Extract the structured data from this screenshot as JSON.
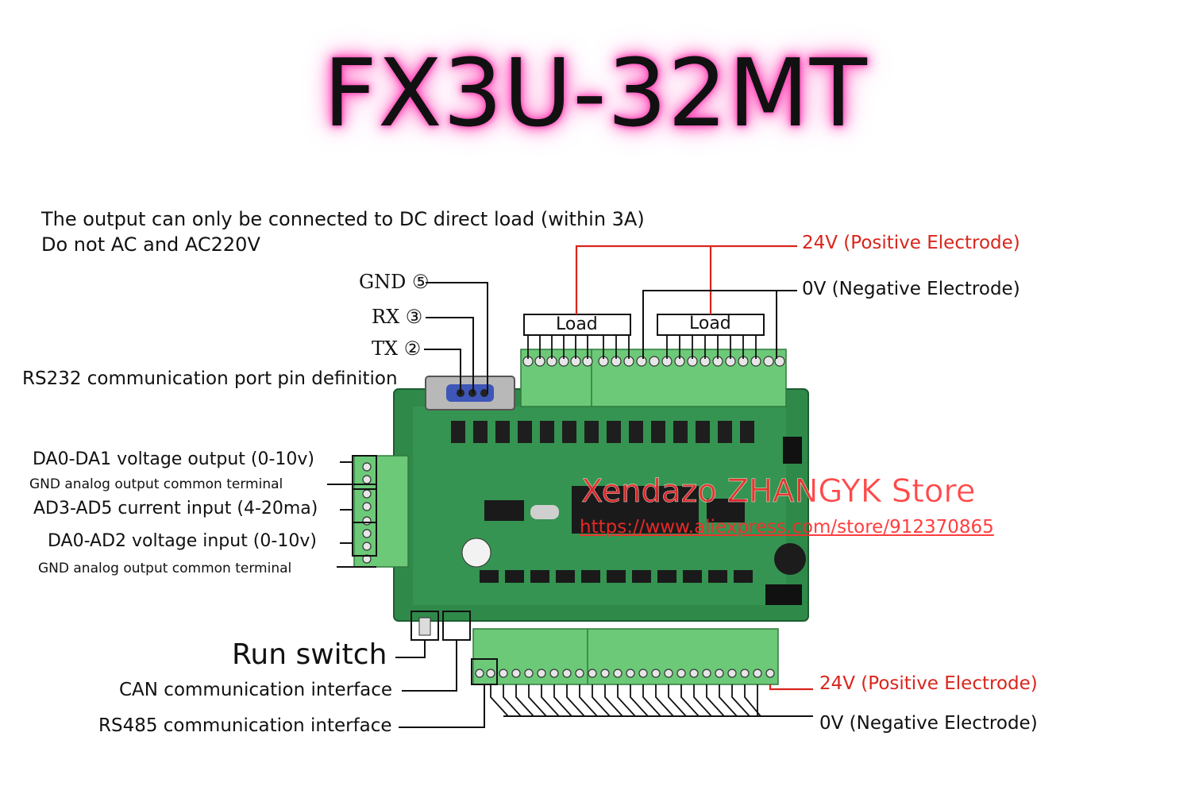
{
  "title": "FX3U-32MT",
  "notes": {
    "line1": "The output can only be connected to DC direct load (within 3A)",
    "line2": "Do not AC and AC220V"
  },
  "rs232": {
    "gnd": "GND ⑤",
    "rx": "RX ③",
    "tx": "TX ②",
    "caption": "RS232 communication port pin definition"
  },
  "top": {
    "positive": "24V (Positive Electrode)",
    "negative": "0V (Negative Electrode)",
    "load_left": "Load",
    "load_right": "Load"
  },
  "analog": {
    "da_out": "DA0-DA1 voltage output (0-10v)",
    "gnd1": "GND analog output common terminal",
    "ad_current": "AD3-AD5 current input (4-20ma)",
    "ad_voltage": "DA0-AD2 voltage input (0-10v)",
    "gnd2": "GND analog output common terminal"
  },
  "bottom": {
    "run_switch": "Run switch",
    "can": "CAN communication interface",
    "rs485": "RS485 communication interface",
    "positive": "24V (Positive Electrode)",
    "negative": "0V (Negative Electrode)"
  },
  "watermark": {
    "store": "Xendazo ZHANGYK Store",
    "url": "https://www.aliexpress.com/store/912370865"
  },
  "colors": {
    "pcb": "#2f8a4a",
    "terminal": "#6cc978",
    "red_wire": "#d9251c",
    "glow": "#ff3fb3"
  }
}
